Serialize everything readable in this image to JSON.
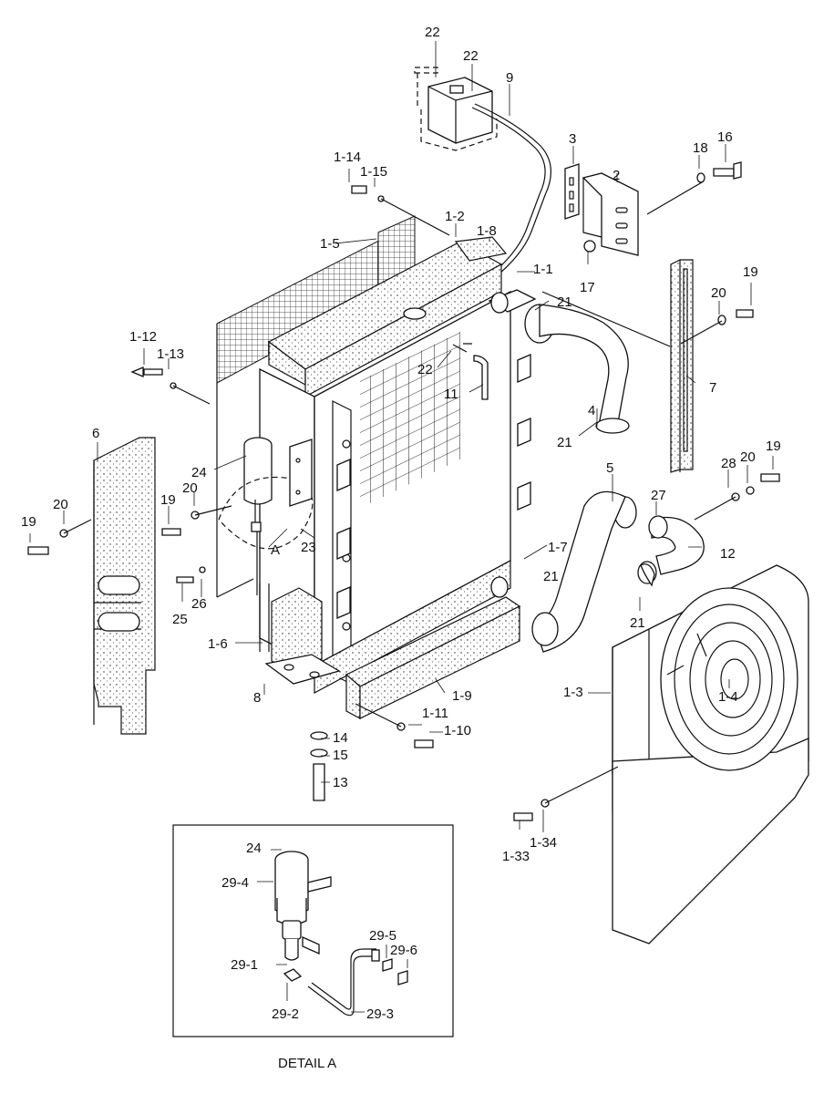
{
  "diagram": {
    "detail_caption": "DETAIL A",
    "callouts": [
      {
        "id": "c22a",
        "text": "22"
      },
      {
        "id": "c22b",
        "text": "22"
      },
      {
        "id": "c9",
        "text": "9"
      },
      {
        "id": "c3",
        "text": "3"
      },
      {
        "id": "c2",
        "text": "2"
      },
      {
        "id": "c18",
        "text": "18"
      },
      {
        "id": "c16",
        "text": "16"
      },
      {
        "id": "c114",
        "text": "1-14"
      },
      {
        "id": "c115",
        "text": "1-15"
      },
      {
        "id": "c12x",
        "text": "1-2"
      },
      {
        "id": "c18x",
        "text": "1-8"
      },
      {
        "id": "c15x",
        "text": "1-5"
      },
      {
        "id": "c11x",
        "text": "1-1"
      },
      {
        "id": "c17",
        "text": "17"
      },
      {
        "id": "c21a",
        "text": "21"
      },
      {
        "id": "c19a",
        "text": "19"
      },
      {
        "id": "c20a",
        "text": "20"
      },
      {
        "id": "c112",
        "text": "1-12"
      },
      {
        "id": "c113",
        "text": "1-13"
      },
      {
        "id": "c22c",
        "text": "22"
      },
      {
        "id": "c11",
        "text": "11"
      },
      {
        "id": "c7",
        "text": "7"
      },
      {
        "id": "c4",
        "text": "4"
      },
      {
        "id": "c21b",
        "text": "21"
      },
      {
        "id": "c6",
        "text": "6"
      },
      {
        "id": "c24a",
        "text": "24"
      },
      {
        "id": "c20b",
        "text": "20"
      },
      {
        "id": "c19b",
        "text": "19"
      },
      {
        "id": "c5",
        "text": "5"
      },
      {
        "id": "c28",
        "text": "28"
      },
      {
        "id": "c20c",
        "text": "20"
      },
      {
        "id": "c19c",
        "text": "19"
      },
      {
        "id": "c20d",
        "text": "20"
      },
      {
        "id": "c19d",
        "text": "19"
      },
      {
        "id": "cA",
        "text": "A"
      },
      {
        "id": "c23",
        "text": "23"
      },
      {
        "id": "c27",
        "text": "27"
      },
      {
        "id": "c12",
        "text": "12"
      },
      {
        "id": "c17x",
        "text": "1-7"
      },
      {
        "id": "c21c",
        "text": "21"
      },
      {
        "id": "c25",
        "text": "25"
      },
      {
        "id": "c26",
        "text": "26"
      },
      {
        "id": "c21d",
        "text": "21"
      },
      {
        "id": "c16x",
        "text": "1-6"
      },
      {
        "id": "c8",
        "text": "8"
      },
      {
        "id": "c19x",
        "text": "1-9"
      },
      {
        "id": "c13x",
        "text": "1-3"
      },
      {
        "id": "c14x",
        "text": "1-4"
      },
      {
        "id": "c111",
        "text": "1-11"
      },
      {
        "id": "c110",
        "text": "1-10"
      },
      {
        "id": "c14",
        "text": "14"
      },
      {
        "id": "c15",
        "text": "15"
      },
      {
        "id": "c13",
        "text": "13"
      },
      {
        "id": "c133",
        "text": "1-33"
      },
      {
        "id": "c134",
        "text": "1-34"
      },
      {
        "id": "c24b",
        "text": "24"
      },
      {
        "id": "c294",
        "text": "29-4"
      },
      {
        "id": "c295",
        "text": "29-5"
      },
      {
        "id": "c296",
        "text": "29-6"
      },
      {
        "id": "c291",
        "text": "29-1"
      },
      {
        "id": "c292",
        "text": "29-2"
      },
      {
        "id": "c293",
        "text": "29-3"
      }
    ]
  }
}
